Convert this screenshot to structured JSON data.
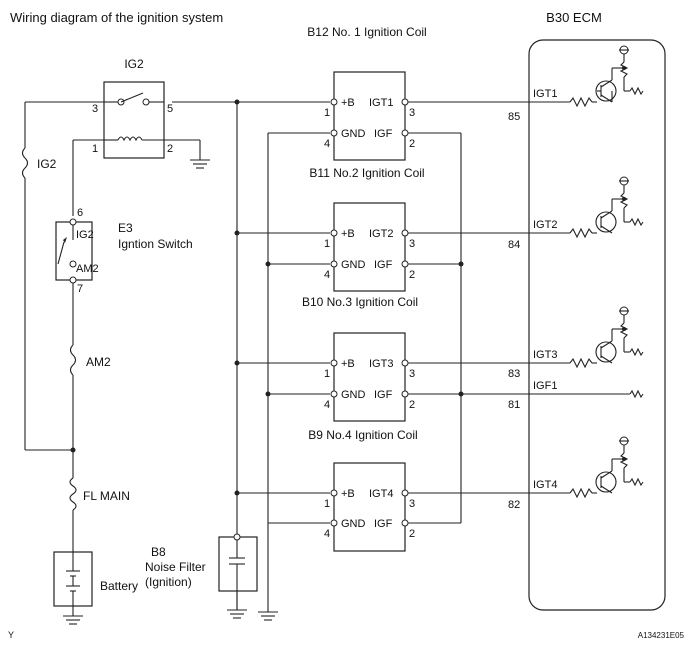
{
  "title": "Wiring diagram of the ignition system",
  "doc_code": "A134231E05",
  "corner_mark": "Y",
  "ecm": {
    "label": "B30 ECM",
    "outputs": [
      {
        "signal": "IGT1",
        "pin": "85"
      },
      {
        "signal": "IGT2",
        "pin": "84"
      },
      {
        "signal": "IGT3",
        "pin": "83"
      },
      {
        "signal": "IGT4",
        "pin": "82"
      }
    ],
    "igf": {
      "signal": "IGF1",
      "pin": "81"
    }
  },
  "coils": [
    {
      "label": "B12 No. 1 Ignition Coil",
      "plus_b": "+B",
      "igt": "IGT1",
      "gnd": "GND",
      "igf": "IGF",
      "pins": [
        "1",
        "3",
        "4",
        "2"
      ]
    },
    {
      "label": "B11  No.2 Ignition Coil",
      "plus_b": "+B",
      "igt": "IGT2",
      "gnd": "GND",
      "igf": "IGF",
      "pins": [
        "1",
        "3",
        "4",
        "2"
      ]
    },
    {
      "label": "B10 No.3 Ignition Coil",
      "plus_b": "+B",
      "igt": "IGT3",
      "gnd": "GND",
      "igf": "IGF",
      "pins": [
        "1",
        "3",
        "4",
        "2"
      ]
    },
    {
      "label": "B9 No.4 Ignition Coil",
      "plus_b": "+B",
      "igt": "IGT4",
      "gnd": "GND",
      "igf": "IGF",
      "pins": [
        "1",
        "3",
        "4",
        "2"
      ]
    }
  ],
  "ig2_relay": {
    "label": "IG2",
    "pins": [
      "3",
      "5",
      "1",
      "2"
    ]
  },
  "ignition_switch": {
    "code": "E3",
    "name": "Igntion Switch",
    "contacts": [
      "IG2",
      "AM2"
    ],
    "pins": [
      "6",
      "7"
    ]
  },
  "fuses": {
    "ig2": "IG2",
    "am2": "AM2",
    "fl_main": "FL MAIN"
  },
  "battery": "Battery",
  "noise_filter": {
    "line1": "B8",
    "line2": "Noise Filter",
    "line3": "(Ignition)"
  }
}
